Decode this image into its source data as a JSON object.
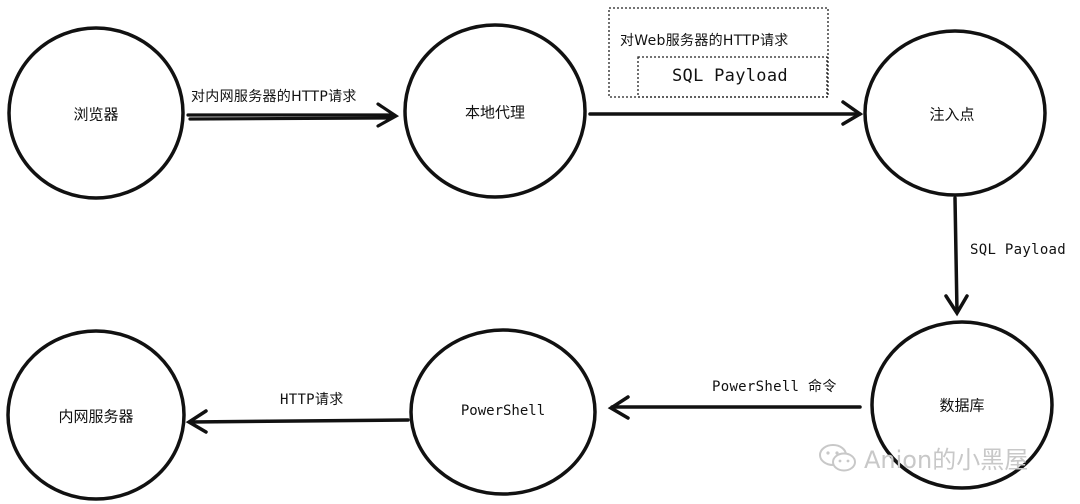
{
  "nodes": {
    "browser": "浏览器",
    "proxy": "本地代理",
    "injection": "注入点",
    "database": "数据库",
    "powershell": "PowerShell",
    "intranet_server": "内网服务器"
  },
  "edges": {
    "browser_to_proxy": "对内网服务器的HTTP请求",
    "proxy_to_injection_request": "对Web服务器的HTTP请求",
    "proxy_to_injection_payload": "SQL Payload",
    "injection_to_database": "SQL Payload",
    "database_to_powershell": "PowerShell 命令",
    "powershell_to_server": "HTTP请求"
  },
  "watermark": "Anion的小黑屋"
}
